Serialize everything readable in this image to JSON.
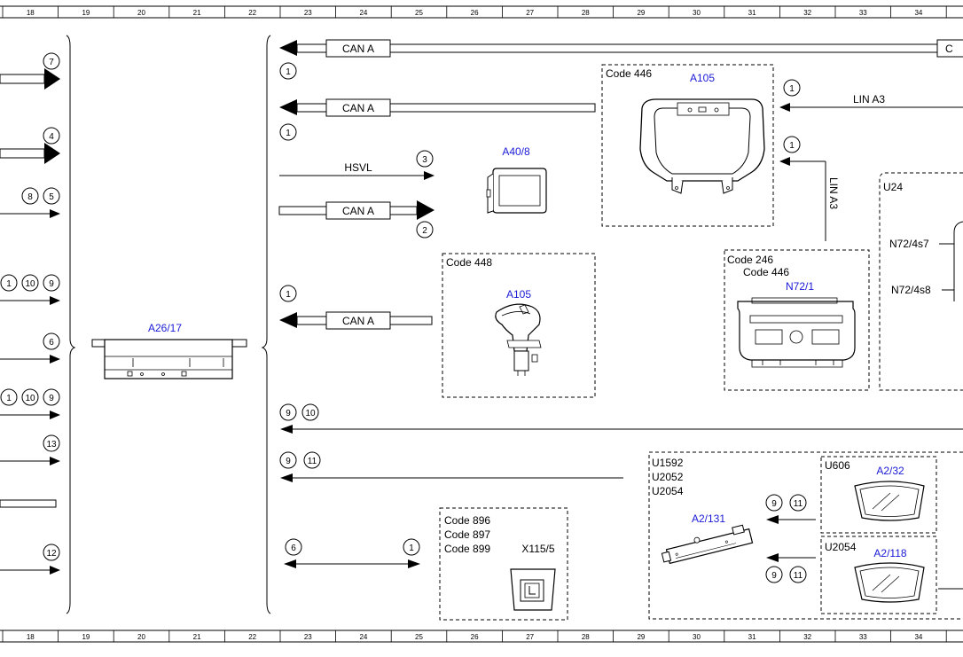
{
  "grid_columns": [
    "18",
    "19",
    "20",
    "21",
    "22",
    "23",
    "24",
    "25",
    "26",
    "27",
    "28",
    "29",
    "30",
    "31",
    "32",
    "33",
    "34"
  ],
  "colors": {
    "component_label": "#1a1ad6",
    "line": "#000000"
  },
  "left_column": {
    "arrows": [
      {
        "refs": [
          "7"
        ]
      },
      {
        "refs": [
          "4"
        ]
      },
      {
        "refs": [
          "8",
          "5"
        ]
      },
      {
        "refs": [
          "1",
          "10",
          "9"
        ]
      },
      {
        "refs": [
          "6"
        ]
      },
      {
        "refs": [
          "1",
          "10",
          "9"
        ]
      },
      {
        "refs": [
          "13"
        ]
      },
      {
        "refs": []
      },
      {
        "refs": [
          "12"
        ]
      }
    ]
  },
  "components": {
    "a26_17": "A26/17",
    "a40_8": "A40/8",
    "a105_top": "A105",
    "a105_lower": "A105",
    "n72_1": "N72/1",
    "a2_131": "A2/131",
    "a2_32": "A2/32",
    "a2_118": "A2/118",
    "x115_5": "X115/5"
  },
  "boxes": {
    "code446": "Code 446",
    "code448": "Code 448",
    "code246_l1": "Code 246",
    "code246_l2": "Code 446",
    "u24": "U24",
    "u24_n72_4s7": "N72/4s7",
    "u24_n72_4s8": "N72/4s8",
    "u1592_l1": "U1592",
    "u1592_l2": "U2052",
    "u1592_l3": "U2054",
    "u606": "U606",
    "u2054": "U2054",
    "code896_l1": "Code 896",
    "code896_l2": "Code 897",
    "code896_l3": "Code 899"
  },
  "buses": {
    "can_a_1": "CAN A",
    "can_a_2": "CAN A",
    "can_a_3": "CAN A",
    "can_a_4": "CAN A",
    "hsvl": "HSVL",
    "lin_a3_h": "LIN A3",
    "lin_a3_v": "LIN A3",
    "edge_c": "C"
  },
  "refs": {
    "can1": "1",
    "can2": "1",
    "hsvl": "3",
    "can3": "2",
    "can4": "1",
    "lin_h": "1",
    "lin_v": "1",
    "r1a": "9",
    "r1b": "10",
    "r2a": "9",
    "r2b": "11",
    "bi_l": "6",
    "bi_r": "1",
    "a232a": "9",
    "a232b": "11",
    "a2118a": "9",
    "a2118b": "11"
  }
}
